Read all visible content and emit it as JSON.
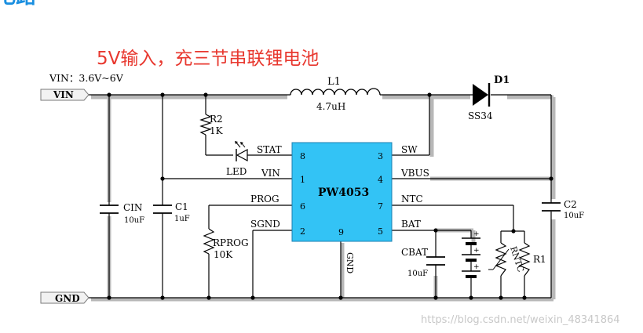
{
  "page": {
    "heading_fragment": "电路",
    "title": "5V输入，充三节串联锂电池",
    "watermark": "https://blog.csdn.net/weixin_48341864"
  },
  "colors": {
    "title_red": "#e8382f",
    "heading_blue": "#1a8fe0",
    "chip_fill": "#33c3f5",
    "wire": "#000000",
    "shadow": "#b8b8b8"
  },
  "ports": {
    "vin": "VIN",
    "gnd": "GND"
  },
  "vin_note": "VIN：3.6V~6V",
  "chip": {
    "name": "PW4053",
    "pins": [
      {
        "num": "8",
        "label": "STAT"
      },
      {
        "num": "1",
        "label": "VIN"
      },
      {
        "num": "6",
        "label": "PROG"
      },
      {
        "num": "2",
        "label": "SGND"
      },
      {
        "num": "3",
        "label": "SW"
      },
      {
        "num": "4",
        "label": "VBUS"
      },
      {
        "num": "7",
        "label": "NTC"
      },
      {
        "num": "5",
        "label": "BAT"
      },
      {
        "num": "9",
        "label": "GND"
      }
    ]
  },
  "components": {
    "l1": {
      "ref": "L1",
      "value": "4.7uH"
    },
    "d1": {
      "ref": "D1",
      "value": "SS34"
    },
    "r2": {
      "ref": "R2",
      "value": "1K"
    },
    "led": {
      "ref": "LED"
    },
    "cin": {
      "ref": "CIN",
      "value": "10uF"
    },
    "c1": {
      "ref": "C1",
      "value": "1uF"
    },
    "rprog": {
      "ref": "RPROG",
      "value": "10K"
    },
    "c2": {
      "ref": "C2",
      "value": "10uF"
    },
    "cbat": {
      "ref": "CBAT",
      "value": "10uF"
    },
    "rntc": {
      "ref": "RNTC"
    },
    "r1": {
      "ref": "R1"
    }
  },
  "battery_marks": [
    "+",
    "+",
    "+"
  ]
}
